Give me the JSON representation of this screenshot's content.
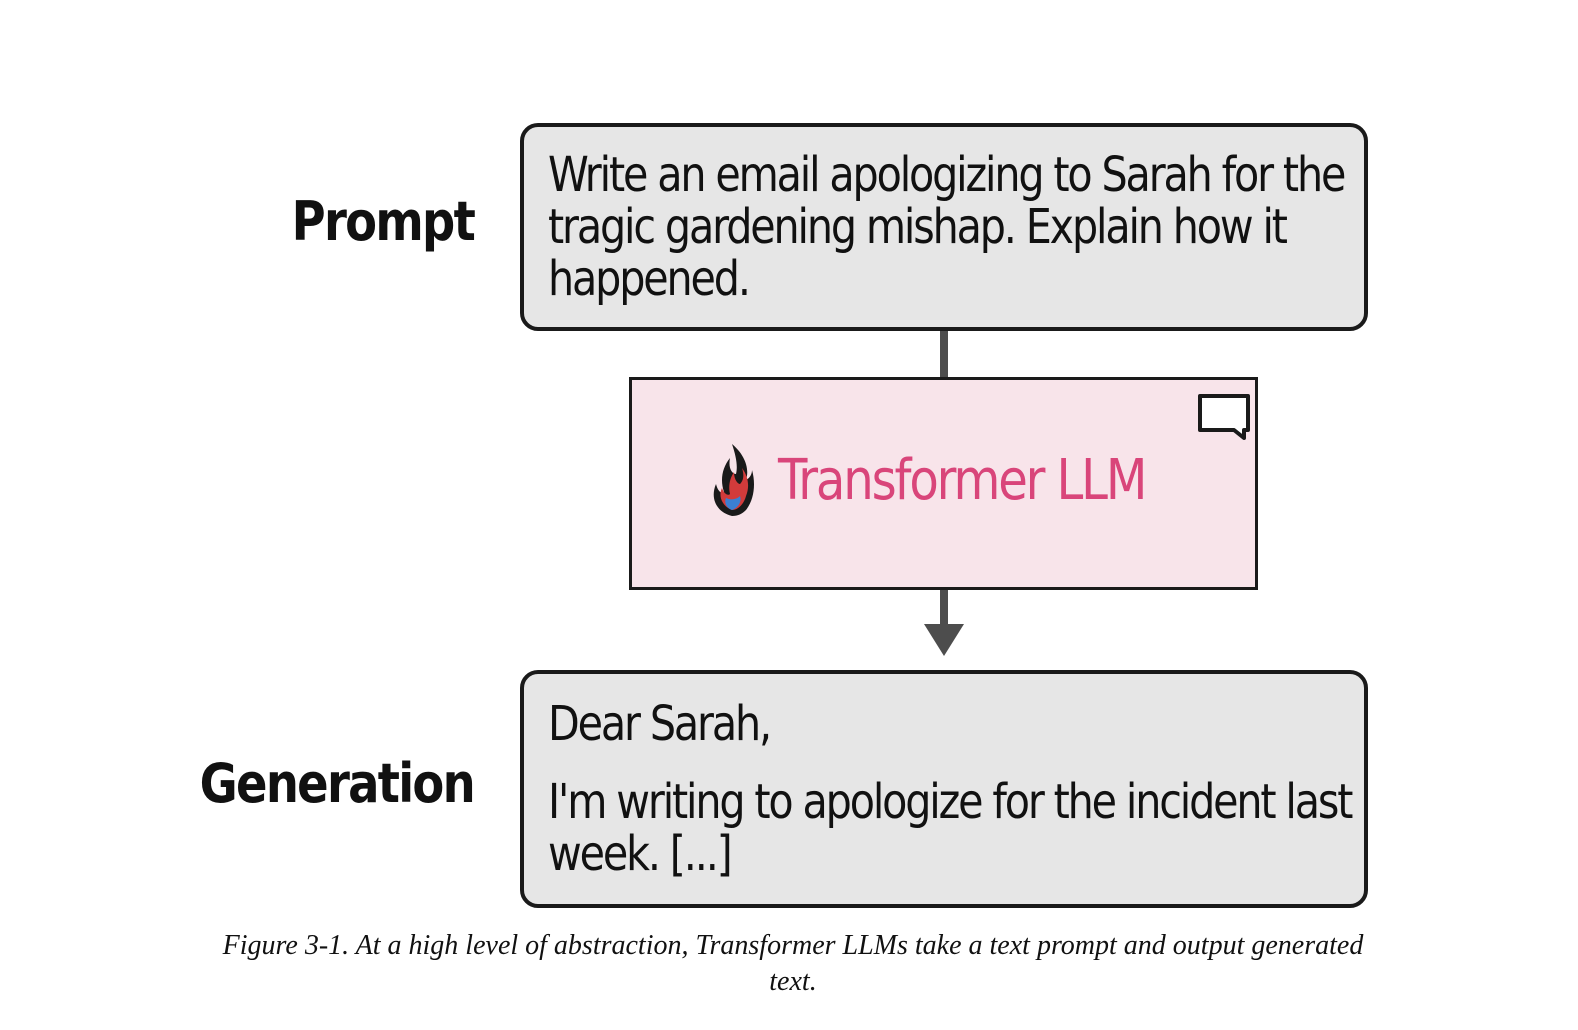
{
  "labels": {
    "prompt": "Prompt",
    "generation": "Generation"
  },
  "prompt_box": {
    "text": "Write an email apologizing to Sarah for the tragic gardening mishap. Explain how it happened."
  },
  "model_box": {
    "label": "Transformer LLM",
    "icon": "flame-icon",
    "corner_icon": "chat-bubble-icon"
  },
  "generation_box": {
    "greeting": "Dear Sarah,",
    "body": "I'm writing to apologize for the incident last week. [...]"
  },
  "caption": "Figure 3-1. At a high level of abstraction, Transformer LLMs take a text prompt and output generated text.",
  "colors": {
    "box_fill": "#e6e6e6",
    "model_fill": "#f8e4ea",
    "model_text": "#d9457a",
    "connector": "#4d4d4d"
  }
}
